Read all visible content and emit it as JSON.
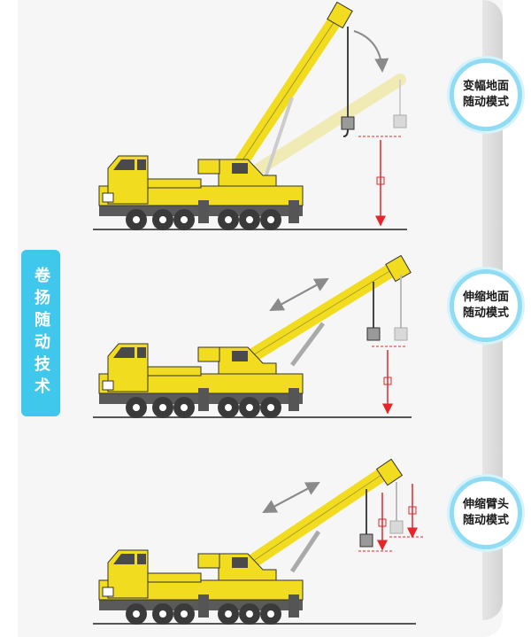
{
  "side_label": "卷扬随动技术",
  "modes": [
    {
      "label": "变幅地面随动模式"
    },
    {
      "label": "伸缩地面随动模式"
    },
    {
      "label": "伸缩臂头随动模式"
    }
  ],
  "colors": {
    "crane_yellow": "#f2dc1f",
    "boom_outline": "#333333",
    "ghost_boom": "#f0ebb5",
    "dimension_red": "#e5252a",
    "label_blue": "#3fc7ec",
    "badge_ring": "#8fdcf4"
  }
}
